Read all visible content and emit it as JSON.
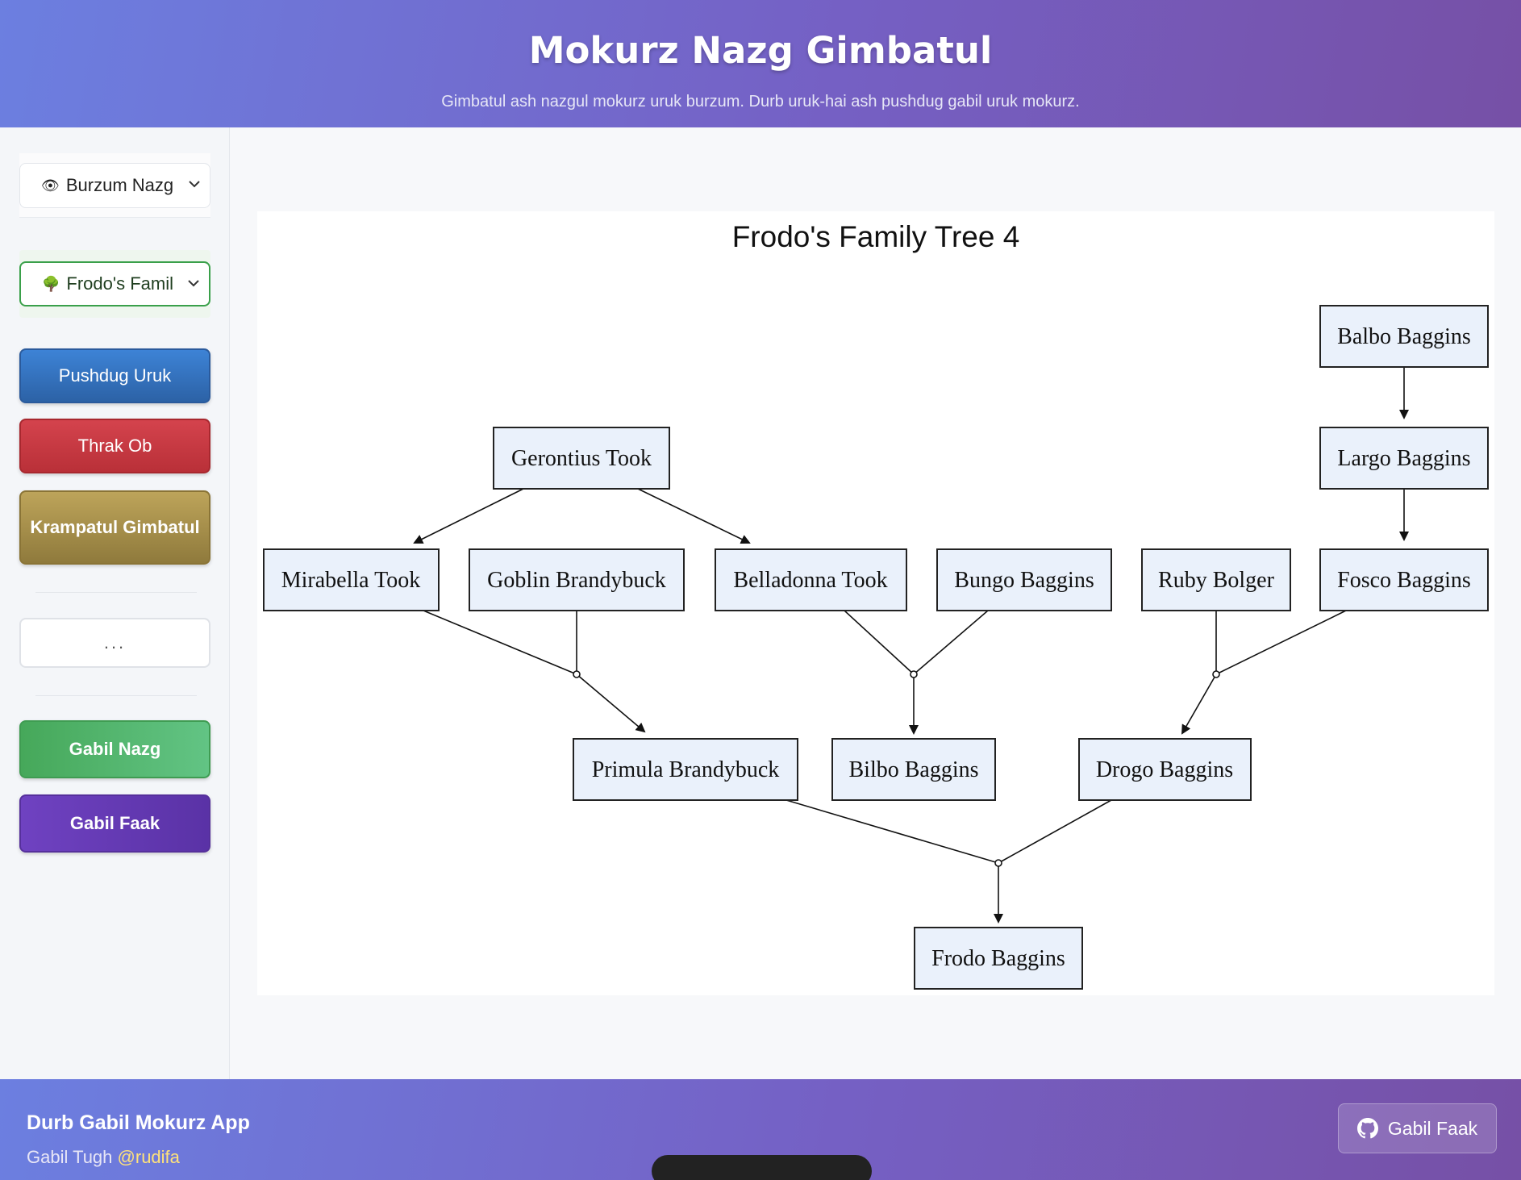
{
  "header": {
    "title": "Mokurz Nazg Gimbatul",
    "subtitle": "Gimbatul ash nazgul mokurz uruk burzum. Durb uruk-hai ash pushdug gabil uruk mokurz."
  },
  "sidebar": {
    "select_view": {
      "icon": "eye-icon",
      "value": "Burzum Nazg"
    },
    "select_tree": {
      "icon": "tree-icon",
      "value": "Frodo's Famil"
    },
    "buttons": {
      "primary": "Pushdug Uruk",
      "danger": "Thrak Ob",
      "warning": "Krampatul Gimbatul",
      "more": "...",
      "success": "Gabil Nazg",
      "accent": "Gabil Faak"
    }
  },
  "diagram": {
    "title": "Frodo's Family Tree 4",
    "nodes": {
      "balbo": "Balbo Baggins",
      "largo": "Largo Baggins",
      "gerontius": "Gerontius Took",
      "mirabella": "Mirabella Took",
      "goblin": "Goblin Brandybuck",
      "belladonna": "Belladonna Took",
      "bungo": "Bungo Baggins",
      "ruby": "Ruby Bolger",
      "fosco": "Fosco Baggins",
      "primula": "Primula Brandybuck",
      "bilbo": "Bilbo Baggins",
      "drogo": "Drogo Baggins",
      "frodo": "Frodo Baggins"
    },
    "colors": {
      "node_fill": "#eaf1fb",
      "node_stroke": "#222222"
    }
  },
  "footer": {
    "title": "Durb Gabil Mokurz App",
    "credit_prefix": "Gabil Tugh",
    "credit_handle": "@rudifa",
    "github_button": "Gabil Faak",
    "github_icon": "github-icon"
  },
  "colors": {
    "header_gradient_start": "#6c7fe0",
    "header_gradient_end": "#7650a6",
    "blue": "#3d83d6",
    "red": "#d4434d",
    "gold": "#bda45a",
    "green": "#46a85a",
    "purple": "#6f42c1",
    "handle": "#ffe27a"
  }
}
